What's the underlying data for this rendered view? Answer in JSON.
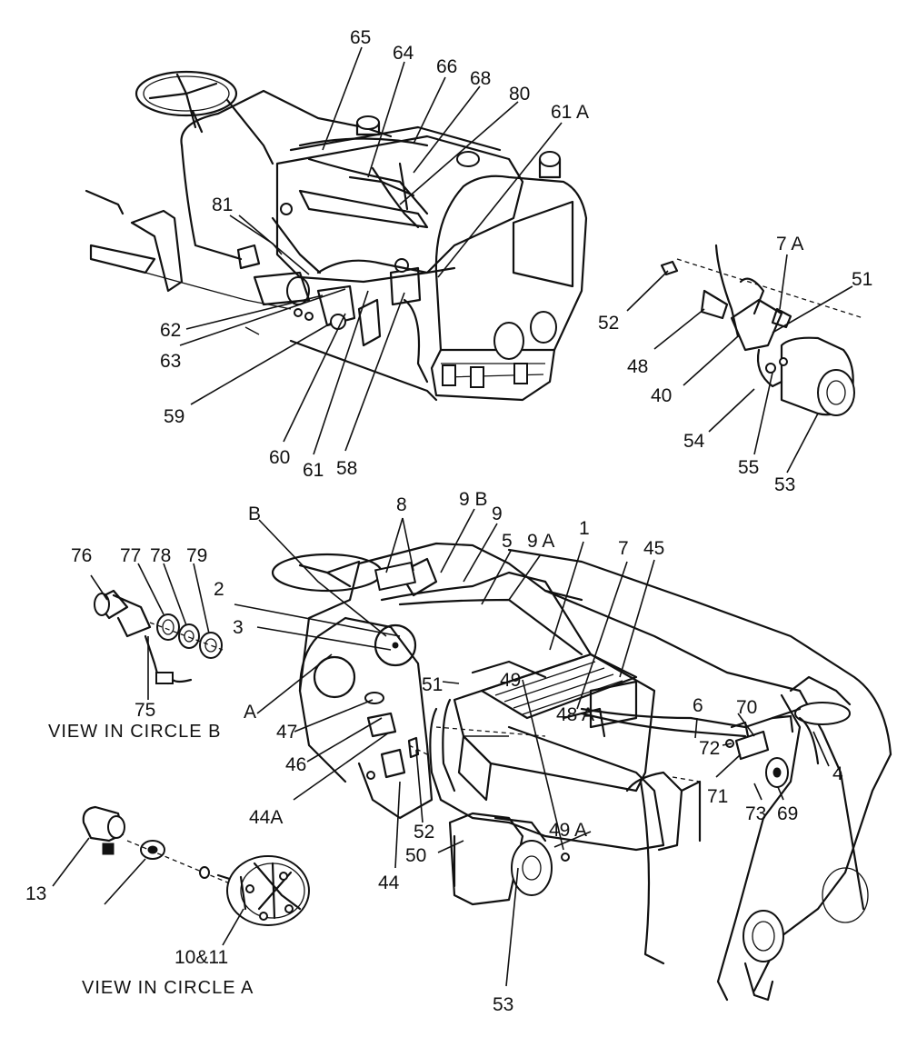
{
  "callouts": {
    "c65": "65",
    "c64": "64",
    "c66": "66",
    "c68": "68",
    "c80": "80",
    "c61A_top": "61 A",
    "c81": "81",
    "c62": "62",
    "c63": "63",
    "c59": "59",
    "c60": "60",
    "c61": "61",
    "c58": "58",
    "c7A": "7 A",
    "c51_top": "51",
    "c52_top": "52",
    "c48_top": "48",
    "c40": "40",
    "c54": "54",
    "c55": "55",
    "c53_top": "53",
    "c8": "8",
    "c9B": "9 B",
    "c9": "9",
    "c5": "5",
    "c9A": "9 A",
    "c1": "1",
    "c7": "7",
    "c45": "45",
    "cB": "B",
    "c2": "2",
    "c3": "3",
    "cA": "A",
    "c47": "47",
    "c46": "46",
    "c44A": "44A",
    "c44": "44",
    "c52_bot": "52",
    "c51_bot": "51",
    "c49": "49",
    "c48A": "48 A",
    "c49A": "49 A",
    "c50": "50",
    "c53_bot": "53",
    "c6": "6",
    "c70": "70",
    "c72": "72",
    "c71": "71",
    "c4": "4",
    "c73": "73",
    "c69": "69",
    "c76": "76",
    "c77": "77",
    "c78": "78",
    "c79": "79",
    "c75": "75",
    "c13": "13",
    "c10_11": "10&11"
  },
  "captions": {
    "circle_b": "VIEW IN CIRCLE B",
    "circle_a": "VIEW IN CIRCLE A"
  }
}
